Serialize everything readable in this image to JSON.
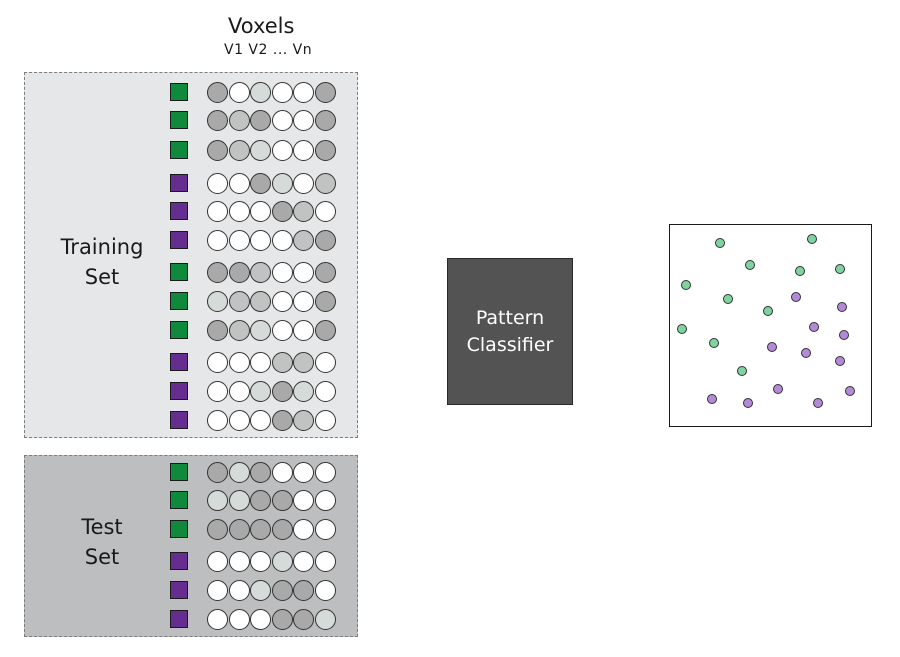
{
  "header": {
    "title": "Voxels",
    "subtitle": "V1 V2 ... Vn"
  },
  "training_set": {
    "label": "Training\nSet",
    "rows": [
      {
        "class": "green",
        "voxels": [
          3,
          0,
          1,
          0,
          0,
          3
        ]
      },
      {
        "class": "green",
        "voxels": [
          3,
          2,
          3,
          0,
          0,
          3
        ]
      },
      {
        "class": "green",
        "voxels": [
          3,
          2,
          1,
          0,
          0,
          3
        ]
      },
      {
        "class": "purple",
        "voxels": [
          0,
          0,
          3,
          1,
          0,
          2
        ]
      },
      {
        "class": "purple",
        "voxels": [
          0,
          0,
          0,
          3,
          2,
          0
        ]
      },
      {
        "class": "purple",
        "voxels": [
          0,
          0,
          0,
          0,
          2,
          3
        ]
      },
      {
        "class": "green",
        "voxels": [
          3,
          3,
          2,
          0,
          0,
          3
        ]
      },
      {
        "class": "green",
        "voxels": [
          1,
          2,
          2,
          0,
          0,
          3
        ]
      },
      {
        "class": "green",
        "voxels": [
          3,
          2,
          1,
          0,
          0,
          3
        ]
      },
      {
        "class": "purple",
        "voxels": [
          0,
          0,
          0,
          2,
          2,
          0
        ]
      },
      {
        "class": "purple",
        "voxels": [
          0,
          0,
          1,
          3,
          1,
          0
        ]
      },
      {
        "class": "purple",
        "voxels": [
          0,
          0,
          0,
          3,
          2,
          0
        ]
      }
    ]
  },
  "test_set": {
    "label": "Test\nSet",
    "rows": [
      {
        "class": "green",
        "voxels": [
          3,
          1,
          3,
          0,
          0,
          0
        ]
      },
      {
        "class": "green",
        "voxels": [
          1,
          1,
          3,
          3,
          0,
          0
        ]
      },
      {
        "class": "green",
        "voxels": [
          3,
          3,
          3,
          3,
          0,
          0
        ]
      },
      {
        "class": "purple",
        "voxels": [
          0,
          0,
          0,
          1,
          0,
          0
        ]
      },
      {
        "class": "purple",
        "voxels": [
          0,
          0,
          1,
          3,
          3,
          0
        ]
      },
      {
        "class": "purple",
        "voxels": [
          0,
          0,
          0,
          3,
          3,
          1
        ]
      }
    ]
  },
  "classifier": {
    "label": "Pattern\nClassifier"
  },
  "scatter": {
    "green_points": [
      [
        0.25,
        0.09
      ],
      [
        0.71,
        0.07
      ],
      [
        0.4,
        0.2
      ],
      [
        0.65,
        0.23
      ],
      [
        0.85,
        0.22
      ],
      [
        0.08,
        0.3
      ],
      [
        0.29,
        0.37
      ],
      [
        0.49,
        0.43
      ],
      [
        0.06,
        0.52
      ],
      [
        0.22,
        0.59
      ],
      [
        0.36,
        0.73
      ]
    ],
    "purple_points": [
      [
        0.63,
        0.36
      ],
      [
        0.86,
        0.41
      ],
      [
        0.72,
        0.51
      ],
      [
        0.87,
        0.55
      ],
      [
        0.51,
        0.61
      ],
      [
        0.68,
        0.64
      ],
      [
        0.85,
        0.68
      ],
      [
        0.54,
        0.82
      ],
      [
        0.9,
        0.83
      ],
      [
        0.21,
        0.87
      ],
      [
        0.39,
        0.89
      ],
      [
        0.74,
        0.89
      ]
    ]
  },
  "colors": {
    "green": "#0f8a3d",
    "purple": "#662d91",
    "green_point": "#7fd3a0",
    "purple_point": "#b48ad8",
    "voxel_levels": [
      "#ffffff",
      "#d5dbd8",
      "#c0c3c2",
      "#a9a9a9"
    ]
  }
}
